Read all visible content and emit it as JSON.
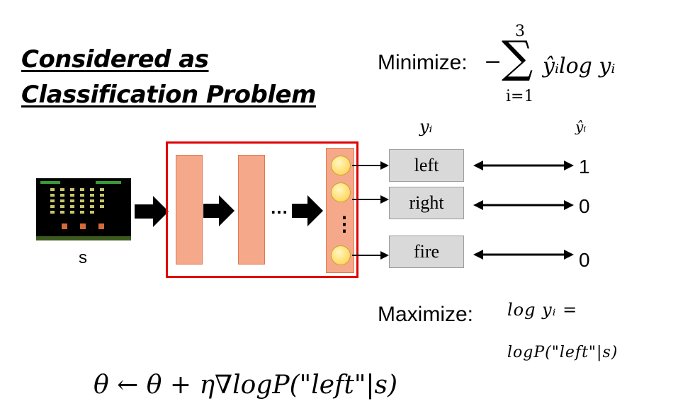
{
  "title": {
    "line1": "Considered as",
    "line2": "Classification Problem"
  },
  "minimize": {
    "label": "Minimize:",
    "minus": "−",
    "sum_symbol": "∑",
    "upper": "3",
    "lower": "i=1",
    "expr": "ŷᵢlog yᵢ"
  },
  "column_headers": {
    "yi": "yᵢ",
    "yhat": "ŷᵢ"
  },
  "input_label": "s",
  "ellipsis": "…",
  "vdots": "⋮",
  "outputs": [
    {
      "label": "left",
      "target": "1"
    },
    {
      "label": "right",
      "target": "0"
    },
    {
      "label": "fire",
      "target": "0"
    }
  ],
  "maximize": {
    "label": "Maximize:",
    "expr_line1": "log yᵢ =",
    "expr_line2": "logP(\"left\"|s)"
  },
  "update_rule": "θ ← θ + η∇logP(\"left\"|s)",
  "colors": {
    "layer_fill": "#f5a98a",
    "network_box": "#e00000",
    "output_box": "#d9d9d9",
    "node_fill": "#ffd966"
  }
}
